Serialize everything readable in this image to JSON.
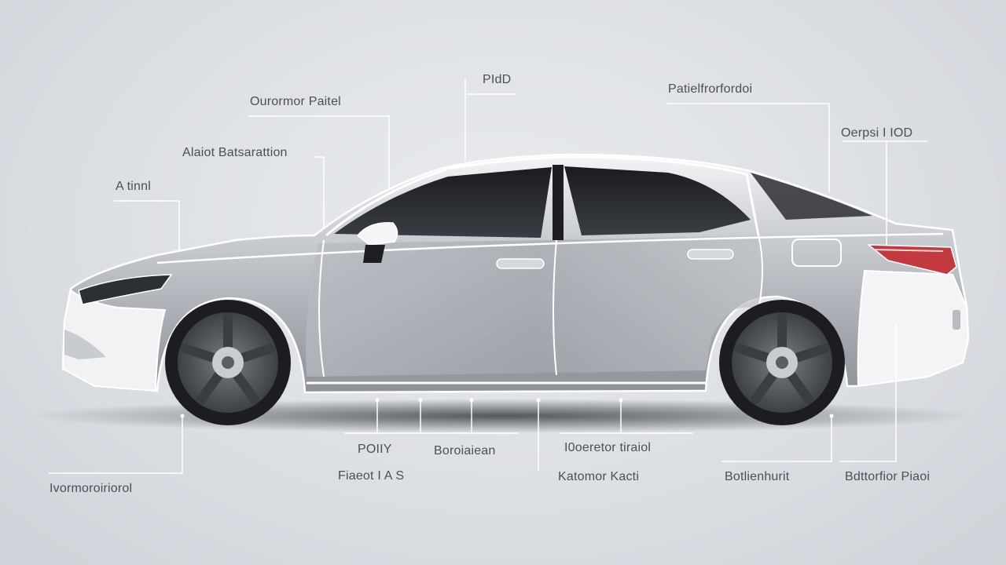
{
  "diagram": {
    "labels": {
      "top_1": "Ourormor Paitel",
      "top_2": "PIdD",
      "top_3": "Patielfrorfordoi",
      "top_4": "Oerpsi I IOD",
      "left_1": "Alaiot Batsarattion",
      "left_2": "A tinnl",
      "bottom_1": "Ivormoroiriorol",
      "bottom_2": "POIIY",
      "bottom_3": "Fiaeot I A S",
      "bottom_4": "Boroiaiean",
      "bottom_5": "I0oeretor tiraiol",
      "bottom_6": "Katomor Kacti",
      "bottom_7": "Botlienhurit",
      "bottom_8": "Bdttorfior Piaoi"
    }
  }
}
